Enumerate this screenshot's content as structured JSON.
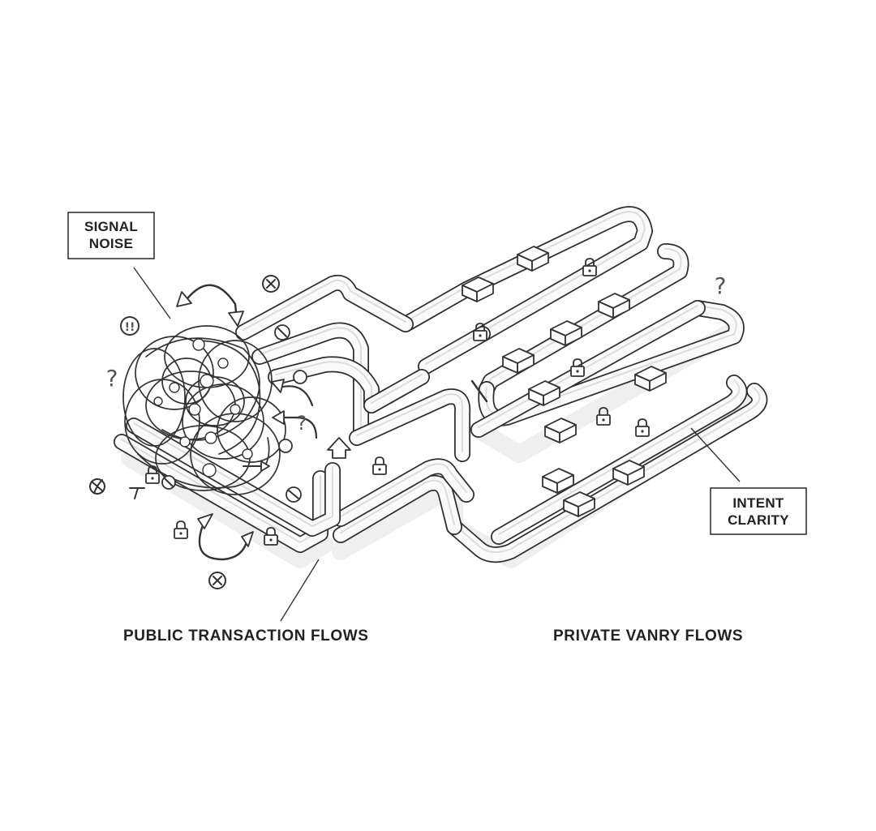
{
  "labels": {
    "signal_noise": [
      "SIGNAL",
      "NOISE"
    ],
    "intent_clarity": [
      "INTENT",
      "CLARITY"
    ],
    "public_flows": "PUBLIC TRANSACTION FLOWS",
    "private_flows": "PRIVATE VANRY FLOWS"
  },
  "symbols": {
    "question": "?",
    "double_exclaim": "!!",
    "cross": "×"
  },
  "colors": {
    "ink": "#2e2e2e",
    "pipe_fill": "#fafafa",
    "background": "#ffffff"
  }
}
